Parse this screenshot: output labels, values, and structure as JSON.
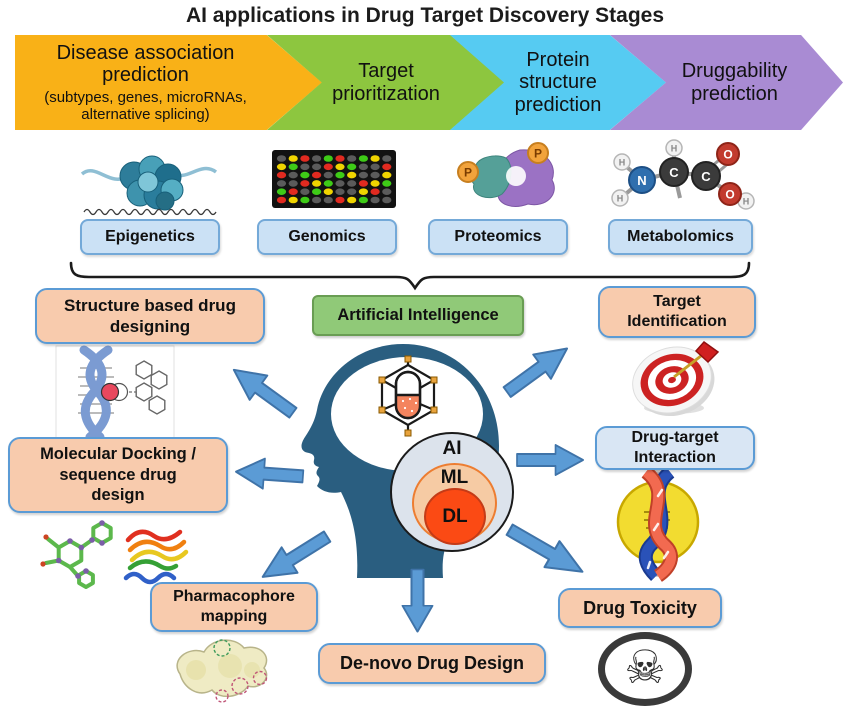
{
  "title": "AI applications in Drug Target Discovery Stages",
  "pipeline": {
    "stages": [
      {
        "label": "Disease association\nprediction",
        "sublabel": "(subtypes, genes, microRNAs,\nalternative splicing)",
        "color": "#F9B117"
      },
      {
        "label": "Target\nprioritization",
        "color": "#8DC63F"
      },
      {
        "label": "Protein\nstructure\nprediction",
        "color": "#56CBF2"
      },
      {
        "label": "Druggability\nprediction",
        "color": "#A98BD3"
      }
    ]
  },
  "omics": {
    "items": [
      {
        "label": "Epigenetics",
        "icon": "nucleosome-image"
      },
      {
        "label": "Genomics",
        "icon": "microarray-image"
      },
      {
        "label": "Proteomics",
        "icon": "phosphoprotein-image"
      },
      {
        "label": "Metabolomics",
        "icon": "glycine-molecule-image"
      }
    ]
  },
  "hub": {
    "ai_box_label": "Artificial Intelligence",
    "nested_circles": [
      {
        "label": "AI"
      },
      {
        "label": "ML"
      },
      {
        "label": "DL"
      }
    ]
  },
  "applications": [
    {
      "label": "Structure based drug\ndesigning"
    },
    {
      "label": "Molecular Docking /\nsequence drug\ndesign"
    },
    {
      "label": "Pharmacophore\nmapping"
    },
    {
      "label": "De-novo Drug Design"
    },
    {
      "label": "Target\nIdentification"
    },
    {
      "label": "Drug-target\nInteraction"
    },
    {
      "label": "Drug Toxicity"
    }
  ],
  "palette": {
    "stage_disease": "#F9B117",
    "stage_target_prioritization": "#8DC63F",
    "stage_protein_structure": "#56CBF2",
    "stage_druggability": "#A98BD3",
    "omics_box_fill": "#CBE1F5",
    "omics_box_border": "#74A9D8",
    "app_box_fill": "#F8CBAD",
    "app_box_border": "#5B9BD5",
    "dti_box_fill": "#D9E6F4",
    "ai_box_fill": "#90C978",
    "arrow_fill": "#5B9BD5",
    "head_fill": "#2A5E80",
    "ai_circle_fill": "#DCE3EC",
    "ml_circle_fill": "#F6CBA4",
    "dl_circle_fill": "#FB4A14"
  }
}
